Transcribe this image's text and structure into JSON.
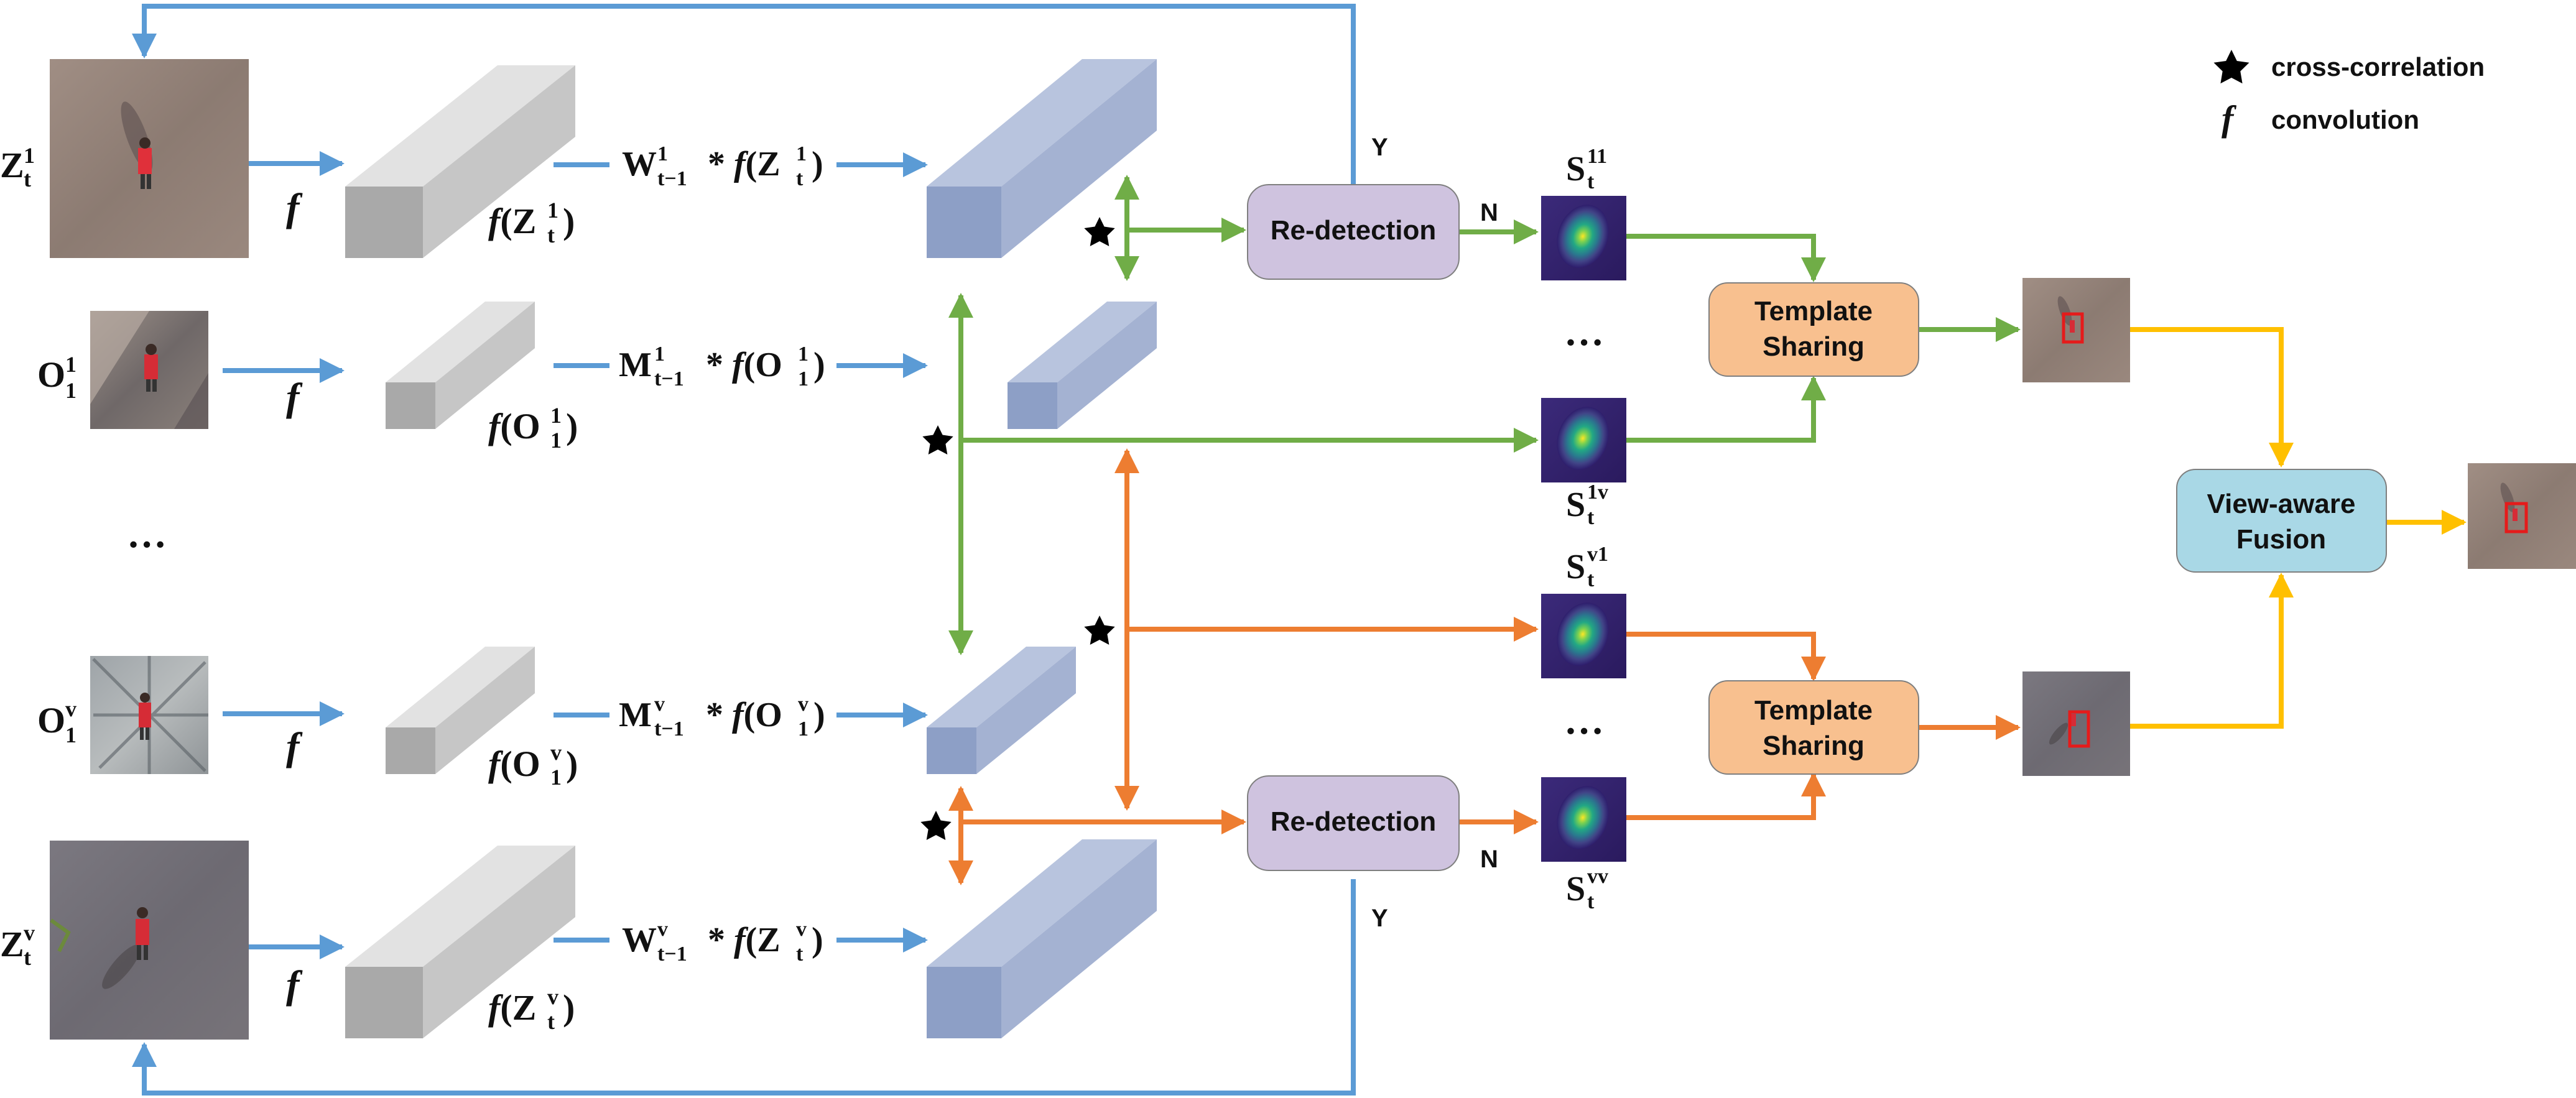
{
  "colors": {
    "blue_arrow": "#5b9bd5",
    "green_arrow": "#70ad47",
    "orange_arrow": "#ed7d31",
    "yellow_arrow": "#ffc000",
    "redetection_box": "#cfc3df",
    "template_box": "#f8c08f",
    "fusion_box": "#a9d8e6",
    "feature_gray": "#bdbdbd",
    "feature_blue": "#8d9fc6"
  },
  "legend": {
    "star_label": "cross-correlation",
    "f_symbol": "f",
    "f_label": "convolution",
    "star_icon": "star-icon"
  },
  "inputs": {
    "z1": {
      "base": "Z",
      "sup": "1",
      "sub": "t"
    },
    "o11": {
      "base": "O",
      "sup": "1",
      "sub": "1"
    },
    "ellipsis": "…",
    "o1v": {
      "base": "O",
      "sup": "v",
      "sub": "1"
    },
    "zv": {
      "base": "Z",
      "sup": "v",
      "sub": "t"
    }
  },
  "conv": {
    "symbol": "f"
  },
  "features": {
    "z1": {
      "prefix": "f(Z",
      "sup": "1",
      "sub": "t",
      "suffix": ")"
    },
    "o11": {
      "prefix": "f(O",
      "sup": "1",
      "sub": "1",
      "suffix": ")"
    },
    "o1v": {
      "prefix": "f(O",
      "sup": "v",
      "sub": "1",
      "suffix": ")"
    },
    "zv": {
      "prefix": "f(Z",
      "sup": "v",
      "sub": "t",
      "suffix": ")"
    }
  },
  "weighted": {
    "z1": {
      "w": "W",
      "wsup": "1",
      "wsub": "t−1",
      "mid": " * f(Z",
      "fsup": "1",
      "fsub": "t",
      "end": ")"
    },
    "o11": {
      "w": "M",
      "wsup": "1",
      "wsub": "t−1",
      "mid": " * f(O",
      "fsup": "1",
      "fsub": "1",
      "end": ")"
    },
    "o1v": {
      "w": "M",
      "wsup": "v",
      "wsub": "t−1",
      "mid": " * f(O",
      "fsup": "v",
      "fsub": "1",
      "end": ")"
    },
    "zv": {
      "w": "W",
      "wsup": "v",
      "wsub": "t−1",
      "mid": " * f(Z",
      "fsup": "v",
      "fsub": "t",
      "end": ")"
    }
  },
  "nodes": {
    "redetection": "Re-detection",
    "template_l1": "Template",
    "template_l2": "Sharing",
    "fusion_l1": "View-aware",
    "fusion_l2": "Fusion"
  },
  "branches": {
    "yes": "Y",
    "no": "N"
  },
  "response_maps": {
    "s11": {
      "base": "S",
      "sup": "11",
      "sub": "t"
    },
    "s1v": {
      "base": "S",
      "sup": "1v",
      "sub": "t"
    },
    "sv1": {
      "base": "S",
      "sup": "v1",
      "sub": "t"
    },
    "svv": {
      "base": "S",
      "sup": "vv",
      "sub": "t"
    },
    "ellipsis": "…"
  }
}
